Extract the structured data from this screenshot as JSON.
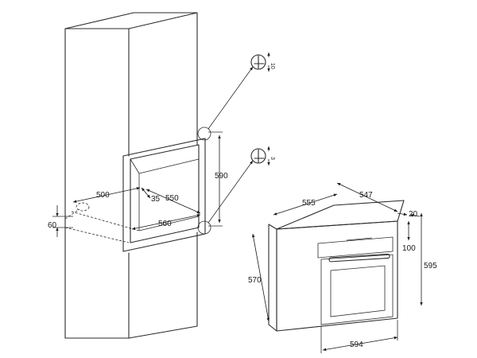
{
  "cabinet_dimensions": {
    "depth_500": "500",
    "offset_35": "35",
    "depth_550": "550",
    "width_560": "560",
    "height_590": "590",
    "vent_60": "60"
  },
  "details": {
    "top_gap": "10",
    "bottom_gap": "3"
  },
  "oven_dimensions": {
    "depth_555": "555",
    "depth_547": "547",
    "front_20": "20",
    "panel_100": "100",
    "height_595": "595",
    "body_570": "570",
    "width_594": "594"
  }
}
